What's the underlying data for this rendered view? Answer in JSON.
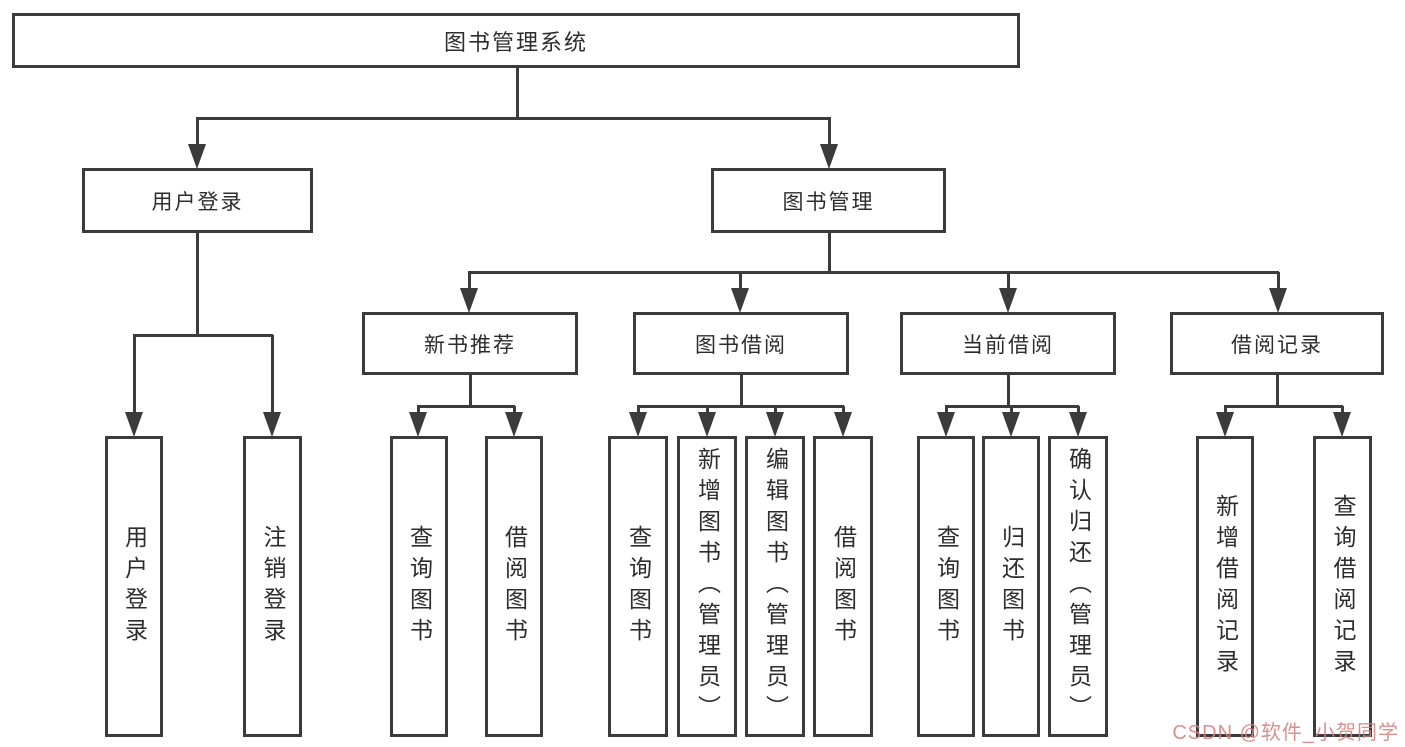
{
  "tree": {
    "root": "图书管理系统",
    "branches": [
      {
        "label": "用户登录",
        "leaves": [
          "用户登录",
          "注销登录"
        ]
      },
      {
        "label": "图书管理",
        "groups": [
          {
            "label": "新书推荐",
            "leaves": [
              "查询图书",
              "借阅图书"
            ]
          },
          {
            "label": "图书借阅",
            "leaves": [
              "查询图书",
              "新增图书（管理员）",
              "编辑图书（管理员）",
              "借阅图书"
            ]
          },
          {
            "label": "当前借阅",
            "leaves": [
              "查询图书",
              "归还图书",
              "确认归还（管理员）"
            ]
          },
          {
            "label": "借阅记录",
            "leaves": [
              "新增借阅记录",
              "查询借阅记录"
            ]
          }
        ]
      }
    ]
  },
  "watermark": "CSDN @软件_小贺同学",
  "colors": {
    "line": "#3b3b3b",
    "text": "#2d2d2d",
    "watermark": "#d68080",
    "background": "#ffffff"
  }
}
